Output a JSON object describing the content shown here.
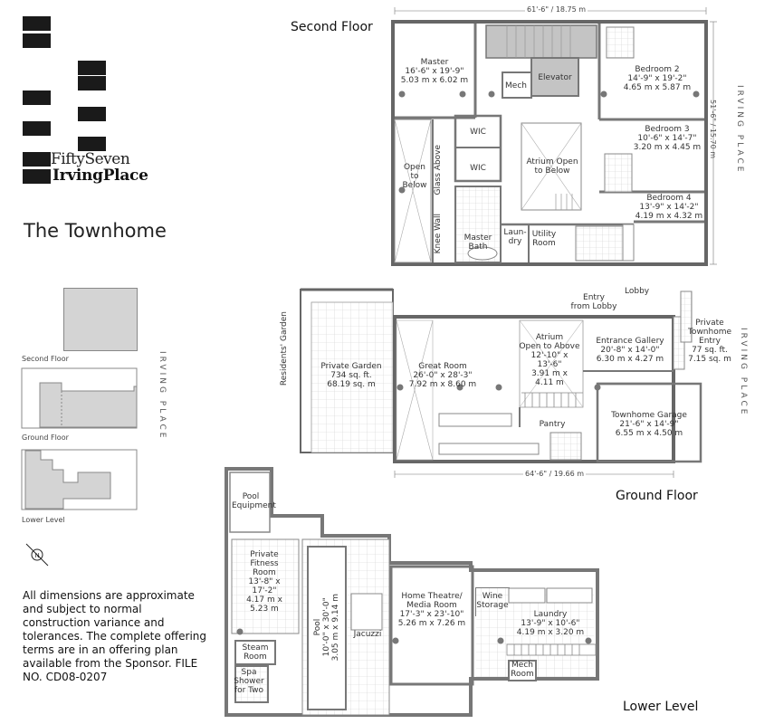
{
  "logo": {
    "line1": "FiftySeven",
    "line2": "IrvingPlace"
  },
  "title": "The Townhome",
  "keyplan": {
    "labels": [
      "Second Floor",
      "Ground Floor",
      "Lower Level"
    ],
    "street": "IRVING PLACE"
  },
  "second_floor": {
    "title": "Second Floor",
    "dim_width": "61'-6\" / 18.75 m",
    "dim_depth": "51'-6\" / 15.70 m",
    "street": "IRVING PLACE",
    "rooms": {
      "master": {
        "name": "Master",
        "size1": "16'-6\" x 19'-9\"",
        "size2": "5.03 m x 6.02 m"
      },
      "bedroom2": {
        "name": "Bedroom 2",
        "size1": "14'-9\" x 19'-2\"",
        "size2": "4.65 m x 5.87 m"
      },
      "bedroom3": {
        "name": "Bedroom 3",
        "size1": "10'-6\" x 14'-7\"",
        "size2": "3.20 m x 4.45 m"
      },
      "bedroom4": {
        "name": "Bedroom 4",
        "size1": "13'-9\" x 14'-2\"",
        "size2": "4.19 m x 4.32 m"
      },
      "mech": "Mech",
      "elevator": "Elevator",
      "wic1": "WIC",
      "wic2": "WIC",
      "atrium": {
        "line1": "Atrium Open",
        "line2": "to Below"
      },
      "open_below": {
        "line1": "Open",
        "line2": "to",
        "line3": "Below"
      },
      "glass_above": "Glass Above",
      "knee_wall": "Knee Wall",
      "master_bath": {
        "line1": "Master",
        "line2": "Bath"
      },
      "laundry": {
        "line1": "Laun-",
        "line2": "dry"
      },
      "utility": {
        "line1": "Utility",
        "line2": "Room"
      }
    }
  },
  "ground_floor": {
    "title": "Ground Floor",
    "dim_width": "64'-6\" / 19.66 m",
    "street": "IRVING PLACE",
    "residents_garden": "Residents' Garden",
    "lobby": "Lobby",
    "entry_lobby": {
      "line1": "Entry",
      "line2": "from Lobby"
    },
    "rooms": {
      "private_garden": {
        "name": "Private Garden",
        "size1": "734 sq. ft.",
        "size2": "68.19 sq. m"
      },
      "great_room": {
        "name": "Great Room",
        "size1": "26'-0\" x 28'-3\"",
        "size2": "7.92 m x 8.60 m"
      },
      "atrium": {
        "line1": "Atrium",
        "line2": "Open to Above",
        "line3": "12'-10\" x",
        "line4": "13'-6\"",
        "line5": "3.91 m x",
        "line6": "4.11 m"
      },
      "entrance_gallery": {
        "name": "Entrance Gallery",
        "size1": "20'-8\" x 14'-0\"",
        "size2": "6.30 m x 4.27 m"
      },
      "private_entry": {
        "line1": "Private",
        "line2": "Townhome",
        "line3": "Entry",
        "line4": "77 sq. ft.",
        "line5": "7.15 sq. m"
      },
      "pantry": "Pantry",
      "garage": {
        "name": "Townhome Garage",
        "size1": "21'-6\" x 14'-9\"",
        "size2": "6.55 m x 4.50 m"
      }
    }
  },
  "lower_level": {
    "title": "Lower Level",
    "rooms": {
      "pool_equipment": {
        "line1": "Pool",
        "line2": "Equipment"
      },
      "fitness": {
        "line1": "Private",
        "line2": "Fitness",
        "line3": "Room",
        "line4": "13'-8\" x",
        "line5": "17'-2\"",
        "line6": "4.17 m x",
        "line7": "5.23 m"
      },
      "pool": {
        "name": "Pool",
        "size1": "10'-0\" x 30'-0\"",
        "size2": "3.05 m x 9.14 m"
      },
      "jacuzzi": "Jacuzzi",
      "steam": {
        "line1": "Steam",
        "line2": "Room"
      },
      "spa_shower": {
        "line1": "Spa",
        "line2": "Shower",
        "line3": "for Two"
      },
      "theatre": {
        "line1": "Home Theatre/",
        "line2": "Media Room",
        "line3": "17'-3\" x 23'-10\"",
        "line4": "5.26 m x 7.26 m"
      },
      "wine": {
        "line1": "Wine",
        "line2": "Storage"
      },
      "laundry": {
        "name": "Laundry",
        "size1": "13'-9\" x 10'-6\"",
        "size2": "4.19 m x 3.20 m"
      },
      "mech": {
        "line1": "Mech",
        "line2": "Room"
      }
    }
  },
  "disclaimer": "All dimensions are approximate and subject to normal construction variance and tolerances. The complete offering terms are in an offering plan available from the Sponsor. FILE NO. CD08-0207"
}
